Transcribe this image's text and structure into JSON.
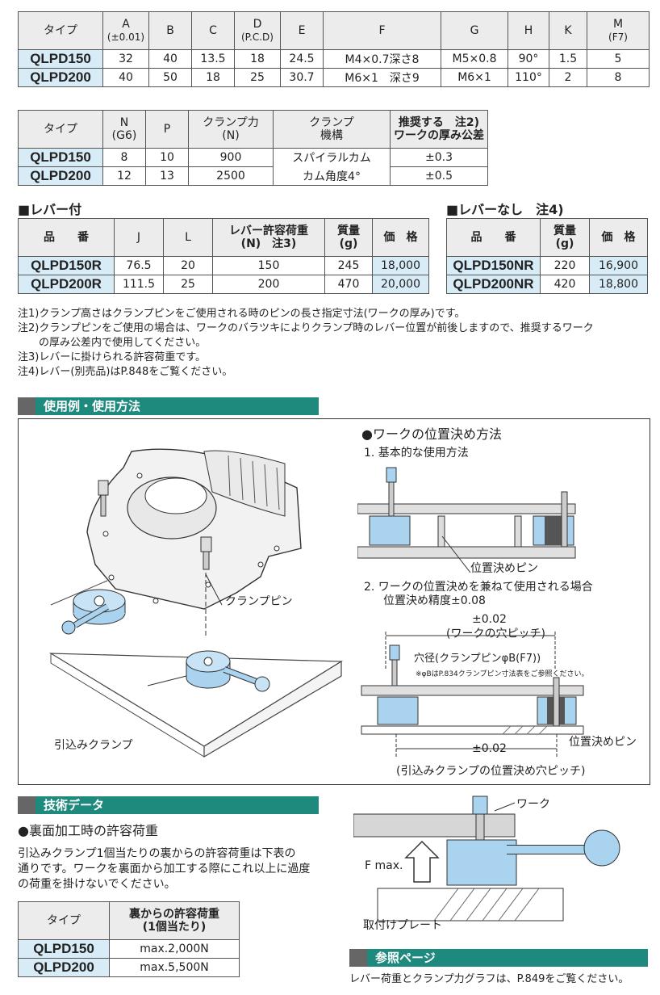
{
  "table1": {
    "headers": [
      {
        "main": "タイプ",
        "sub": ""
      },
      {
        "main": "A",
        "sub": "(±0.01)"
      },
      {
        "main": "B",
        "sub": ""
      },
      {
        "main": "C",
        "sub": ""
      },
      {
        "main": "D",
        "sub": "(P.C.D)"
      },
      {
        "main": "E",
        "sub": ""
      },
      {
        "main": "F",
        "sub": ""
      },
      {
        "main": "G",
        "sub": ""
      },
      {
        "main": "H",
        "sub": ""
      },
      {
        "main": "K",
        "sub": ""
      },
      {
        "main": "M",
        "sub": "(F7)"
      }
    ],
    "rows": [
      [
        "QLPD150",
        "32",
        "40",
        "13.5",
        "18",
        "24.5",
        "M4×0.7深さ8",
        "M5×0.8",
        "90°",
        "1.5",
        "5"
      ],
      [
        "QLPD200",
        "40",
        "50",
        "18",
        "25",
        "30.7",
        "M6×1　深さ9",
        "M6×1",
        "110°",
        "2",
        "8"
      ]
    ]
  },
  "table2": {
    "headers": [
      "タイプ",
      "N\n(G6)",
      "P",
      "クランプ力\n(N)",
      "クランプ\n機構",
      "推奨する　注2)\nワークの厚み公差"
    ],
    "rows": [
      [
        "QLPD150",
        "8",
        "10",
        "900",
        "スパイラルカム",
        "±0.3"
      ],
      [
        "QLPD200",
        "12",
        "13",
        "2500",
        "カム角度4°",
        "±0.5"
      ]
    ]
  },
  "lever": {
    "title": "■レバー付",
    "headers": [
      "品　　番",
      "J",
      "L",
      "レバー許容荷重\n(N)　注3)",
      "質量\n(g)",
      "価　格"
    ],
    "rows": [
      [
        "QLPD150R",
        "76.5",
        "20",
        "150",
        "245",
        "18,000"
      ],
      [
        "QLPD200R",
        "111.5",
        "25",
        "200",
        "470",
        "20,000"
      ]
    ]
  },
  "nolever": {
    "title": "■レバーなし　注4)",
    "headers": [
      "品　　番",
      "質量\n(g)",
      "価　格"
    ],
    "rows": [
      [
        "QLPD150NR",
        "220",
        "16,900"
      ],
      [
        "QLPD200NR",
        "420",
        "18,800"
      ]
    ]
  },
  "notes": [
    "注1)クランプ高さはクランプピンをご使用される時のピンの長さ指定寸法(ワークの厚み)です。",
    "注2)クランプピンをご使用の場合は、ワークのバラツキによりクランプ時のレバー位置が前後しますので、推奨するワーク",
    "　　の厚み公差内で使用してください。",
    "注3)レバーに掛けられる許容荷重です。",
    "注4)レバー(別売品)はP.848をご覧ください。"
  ],
  "usage": {
    "section_title": "使用例・使用方法",
    "clamp_pin_label": "クランプピン",
    "pull_clamp_label": "引込みクランプ",
    "positioning_title": "●ワークの位置決め方法",
    "step1": "1. 基本的な使用方法",
    "pin_label": "位置決めピン",
    "step2_line1": "2. ワークの位置決めを兼ねて使用される場合",
    "step2_line2": "位置決め精度±0.08",
    "tol_top": "±0.02",
    "tol_top_sub": "(ワークの穴ピッチ)",
    "hole_note": "穴径(クランプピンφB(F7))",
    "small_note": "※φBはP.834クランプピン寸法表をご参照ください。",
    "pin_label2": "位置決めピン",
    "tol_bottom": "±0.02",
    "tol_bottom_sub": "(引込みクランプの位置決め穴ピッチ)"
  },
  "tech": {
    "section_title": "技術データ",
    "subtitle": "●裏面加工時の許容荷重",
    "desc": [
      "引込みクランプ1個当たりの裏からの許容荷重は下表の",
      "通りです。ワークを裏面から加工する際にこれ以上に過度",
      "の荷重を掛けないでください。"
    ],
    "headers": [
      "タイプ",
      "裏からの許容荷重\n(1個当たり)"
    ],
    "rows": [
      [
        "QLPD150",
        "max.2,000N"
      ],
      [
        "QLPD200",
        "max.5,500N"
      ]
    ],
    "work_label": "ワーク",
    "fmax_label": "F max.",
    "plate_label": "取付けプレート"
  },
  "ref": {
    "section_title": "参照ページ",
    "text": "レバー荷重とクランプ力グラフは、P.849をご覧ください。"
  },
  "colors": {
    "accent": "#1e8a7e",
    "cell_blue": "#d8ecf7",
    "part_blue": "#a9d3ee"
  }
}
